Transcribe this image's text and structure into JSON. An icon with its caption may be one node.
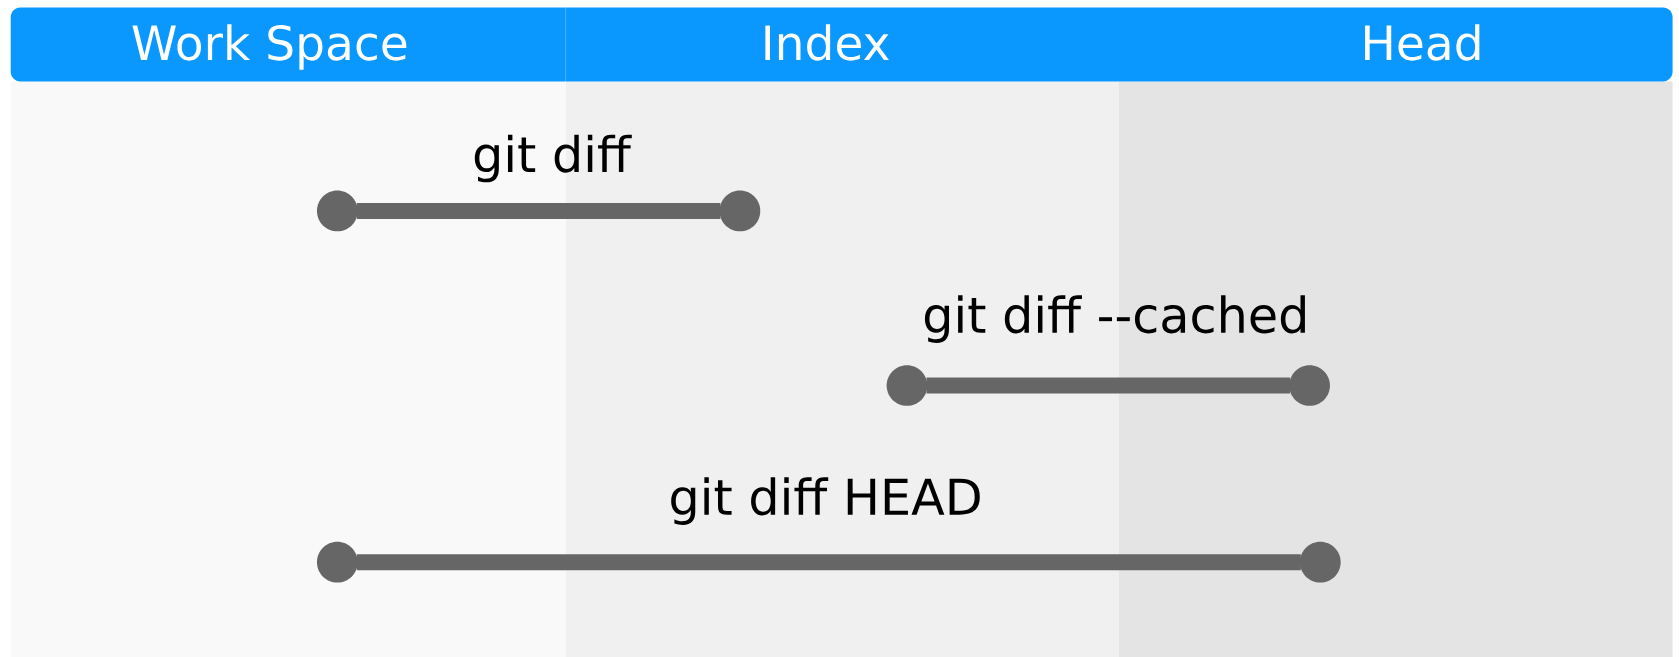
{
  "diagram": {
    "nodes": [
      {
        "text": [
          "Work Space"
        ]
      },
      {
        "text": [
          "Index"
        ]
      },
      {
        "text": [
          "Head"
        ]
      },
      {
        "text": [],
        "shape": "circle",
        "in": 0
      },
      {
        "text": [],
        "shape": "circle",
        "in": 1
      },
      {
        "text": [],
        "shape": "circle",
        "in": 1
      },
      {
        "text": [],
        "shape": "circle",
        "in": 2
      },
      {
        "text": [],
        "shape": "circle",
        "in": 0
      },
      {
        "text": [],
        "shape": "circle",
        "in": 2
      }
    ],
    "edges": [
      {
        "from": 3,
        "to": 4,
        "arrow": "none",
        "label": "git diff"
      },
      {
        "from": 5,
        "to": 6,
        "arrow": "none",
        "label": "git diff --cached"
      },
      {
        "from": 7,
        "to": 8,
        "arrow": "none",
        "label": "git diff HEAD"
      }
    ]
  }
}
